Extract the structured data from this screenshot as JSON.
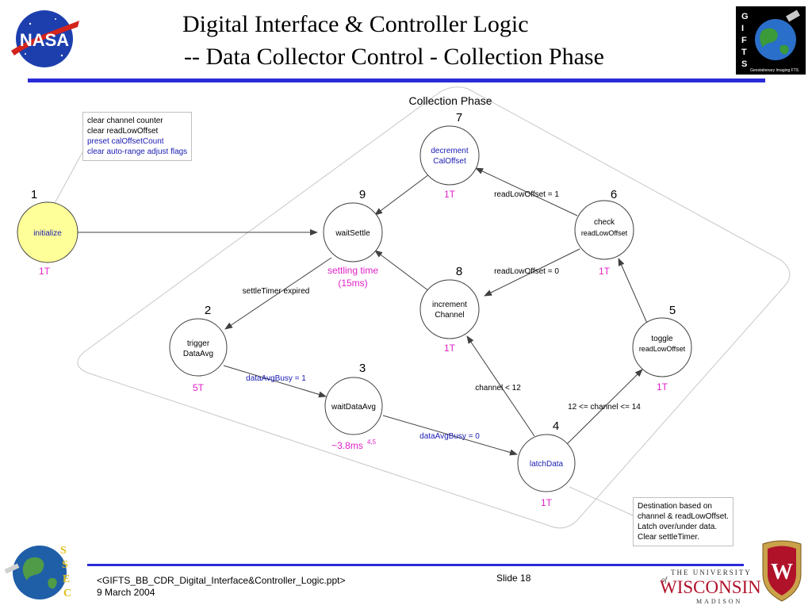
{
  "header": {
    "title_line1": "Digital Interface & Controller Logic",
    "title_line2": "-- Data Collector Control - Collection Phase"
  },
  "logos": {
    "nasa": "NASA",
    "gifts_letters": [
      "G",
      "I",
      "F",
      "T",
      "S"
    ],
    "gifts_caption": "Geostationary Imaging FTS",
    "ssec_letters": [
      "S",
      "S",
      "E",
      "C"
    ],
    "wisconsin_line1": "THE UNIVERSITY",
    "wisconsin_of": "of",
    "wisconsin_name": "WISCONSIN",
    "wisconsin_city": "MADISON",
    "crest_letter": "W"
  },
  "diagram": {
    "region_label": "Collection Phase",
    "states": [
      {
        "id": "initialize",
        "num": "1",
        "label_lines": [
          "initialize"
        ],
        "time": "1T"
      },
      {
        "id": "trigger",
        "num": "2",
        "label_lines": [
          "trigger",
          "DataAvg"
        ],
        "time": "5T"
      },
      {
        "id": "waitdataavg",
        "num": "3",
        "label_lines": [
          "waitDataAvg"
        ],
        "time": "~3.8ms",
        "time_sup": "4,5"
      },
      {
        "id": "latchdata",
        "num": "4",
        "label_lines": [
          "latchData"
        ],
        "time": "1T"
      },
      {
        "id": "toggle",
        "num": "5",
        "label_lines": [
          "toggle",
          "readLowOffset"
        ],
        "time": "1T"
      },
      {
        "id": "check",
        "num": "6",
        "label_lines": [
          "check",
          "readLowOffset"
        ],
        "time": "1T"
      },
      {
        "id": "decrement",
        "num": "7",
        "label_lines": [
          "decrement",
          "CalOffset"
        ],
        "time": "1T"
      },
      {
        "id": "increment",
        "num": "8",
        "label_lines": [
          "increment",
          "Channel"
        ],
        "time": "1T"
      },
      {
        "id": "waitsettle",
        "num": "9",
        "label_lines": [
          "waitSettle"
        ],
        "time_lines": [
          "settling time",
          "(15ms)"
        ]
      }
    ],
    "transitions": [
      {
        "id": "settle",
        "label": "settleTimer expired"
      },
      {
        "id": "busy1",
        "label": "dataAvgBusy = 1"
      },
      {
        "id": "busy0",
        "label": "dataAvgBusy = 0"
      },
      {
        "id": "chlt",
        "label": "channel < 12"
      },
      {
        "id": "chrange",
        "label": "12 <= channel <= 14"
      },
      {
        "id": "rlo1",
        "label": "readLowOffset = 1"
      },
      {
        "id": "rlo0",
        "label": "readLowOffset = 0"
      }
    ],
    "notes": {
      "init_lines": [
        "clear channel counter",
        "clear readLowOffset",
        "preset calOffsetCount",
        "clear auto-range adjust flags"
      ],
      "latch_lines": [
        "Destination based on",
        "channel & readLowOffset.",
        "Latch over/under data.",
        "Clear settleTimer."
      ]
    }
  },
  "footer": {
    "filename": "<GIFTS_BB_CDR_Digital_Interface&Controller_Logic.ppt>",
    "date": "9 March 2004",
    "slide": "Slide 18"
  },
  "colors": {
    "rule_blue": "#2a2ad8",
    "initialize_fill": "#ffff99",
    "magenta": "#e020c8",
    "state_blue": "#1a1ab4",
    "wisconsin_red": "#b0122a"
  }
}
